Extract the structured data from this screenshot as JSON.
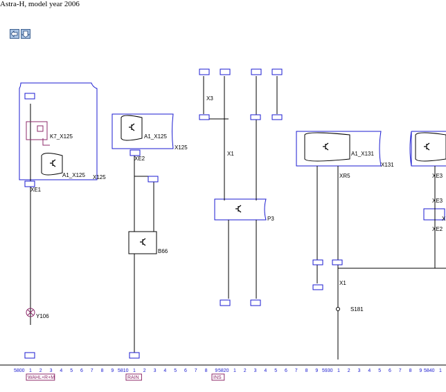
{
  "title": "Astra-H, model year 2006",
  "nav": {
    "back_icon": "arrow-left-icon",
    "forward_icon": "arrow-down-icon"
  },
  "colors": {
    "frame": "#1a1ad0",
    "wire": "#000000",
    "component": "#8c2a6a",
    "scale": "#1a1ad0"
  },
  "component_labels": {
    "k7": "K7_X125",
    "a1_x125_left": "A1_X125",
    "x125_left": "X125",
    "xe1": "XE1",
    "a1_x125_mid": "A1_X125",
    "x125_mid": "X125",
    "xe2": "XE2",
    "b66": "B66",
    "x3": "X3",
    "x1_mid": "X1",
    "p3": "P3",
    "a1_x131": "A1_X131",
    "x131": "X131",
    "xr5": "XR5",
    "x1_right": "X1",
    "s181": "S181",
    "xe3_a": "XE3",
    "xe3_b": "XE3",
    "xe2_right": "XE2",
    "x_edge": "X",
    "y106": "Y106"
  },
  "scale": {
    "sections": [
      {
        "start": "5800",
        "tail": [
          "1",
          "2",
          "3",
          "4",
          "5",
          "6",
          "7",
          "8",
          "9"
        ]
      },
      {
        "start": "5810",
        "tail": [
          "1",
          "2",
          "3",
          "4",
          "5",
          "6",
          "7",
          "8",
          "9"
        ]
      },
      {
        "start": "5820",
        "tail": [
          "1",
          "2",
          "3",
          "4",
          "5",
          "6",
          "7",
          "8",
          "9"
        ]
      },
      {
        "start": "5930",
        "tail": [
          "1",
          "2",
          "3",
          "4",
          "5",
          "6",
          "7",
          "8",
          "9"
        ]
      },
      {
        "start": "5840",
        "tail": [
          "1"
        ]
      }
    ],
    "section_tags": [
      "WAHL+R+M",
      "RAIN",
      "INS"
    ]
  }
}
